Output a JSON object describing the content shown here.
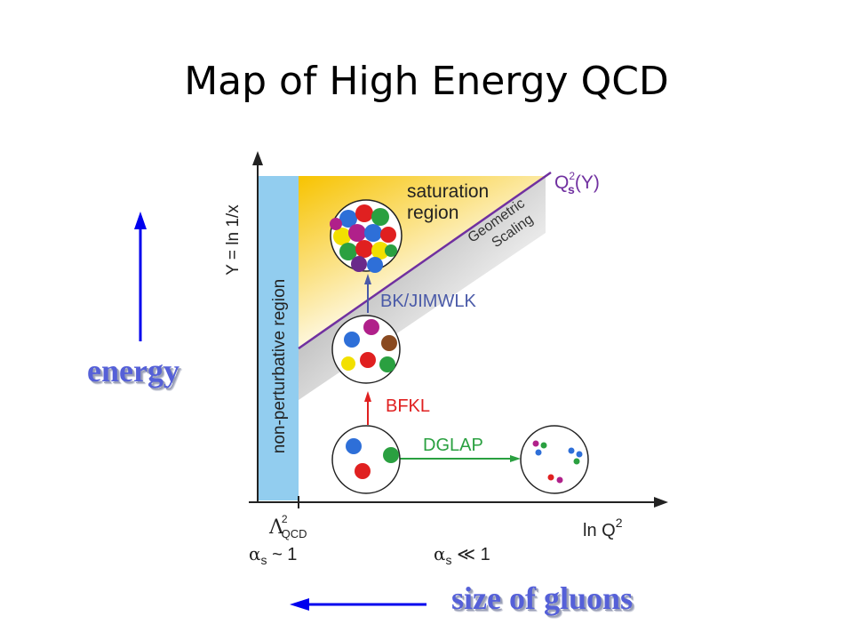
{
  "slide": {
    "title": "Map of High Energy QCD"
  },
  "diagram": {
    "y_axis_label": "Y = ln 1/x",
    "x_axis_label_base": "ln Q",
    "x_axis_label_exp": "2",
    "lambda_symbol": "Λ",
    "lambda_sub": "QCD",
    "lambda_sup": "2",
    "alpha_left_sym": "α",
    "alpha_left_sub": "s",
    "alpha_left_rel": " ~ 1",
    "alpha_right_sym": "α",
    "alpha_right_sub": "s",
    "alpha_right_rel": " ≪ 1",
    "saturation_line1": "saturation",
    "saturation_line2": "region",
    "non_perturbative": "non-perturbative region",
    "geometric_line1": "Geometric",
    "geometric_line2": "Scaling",
    "qs_base": "Q",
    "qs_sub": "s",
    "qs_sup": "2",
    "qs_arg": "(Y)",
    "bk_label": "BK/JIMWLK",
    "bfkl_label": "BFKL",
    "dglap_label": "DGLAP",
    "colors": {
      "saturation_yellow": "#f5c400",
      "nonpert_blue": "#92cdef",
      "boundary_purple": "#7030a0",
      "bk_blue": "#4a5aa8",
      "bfkl_red": "#e02020",
      "dglap_green": "#2aa040"
    }
  },
  "side": {
    "energy_label": "energy",
    "gluons_label": "size of gluons",
    "arrow_color": "#0000ee"
  }
}
